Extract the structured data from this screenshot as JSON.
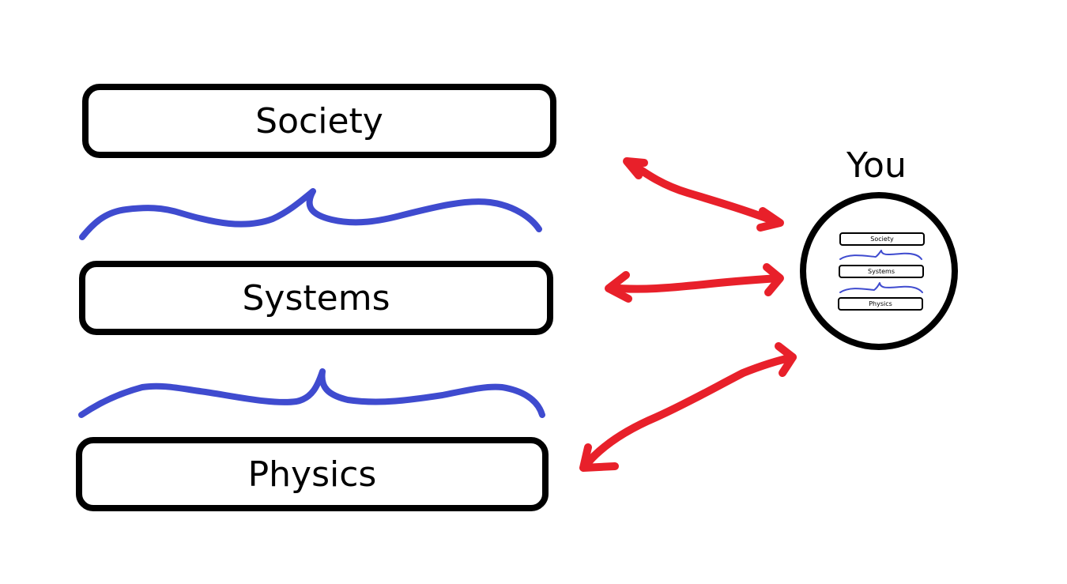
{
  "layers": [
    {
      "id": "society",
      "label": "Society"
    },
    {
      "id": "systems",
      "label": "Systems"
    },
    {
      "id": "physics",
      "label": "Physics"
    }
  ],
  "you": {
    "label": "You",
    "mini_layers": [
      "Society",
      "Systems",
      "Physics"
    ]
  },
  "colors": {
    "brace": "#3f4bcf",
    "arrow": "#e8202a",
    "outline": "#000000"
  }
}
